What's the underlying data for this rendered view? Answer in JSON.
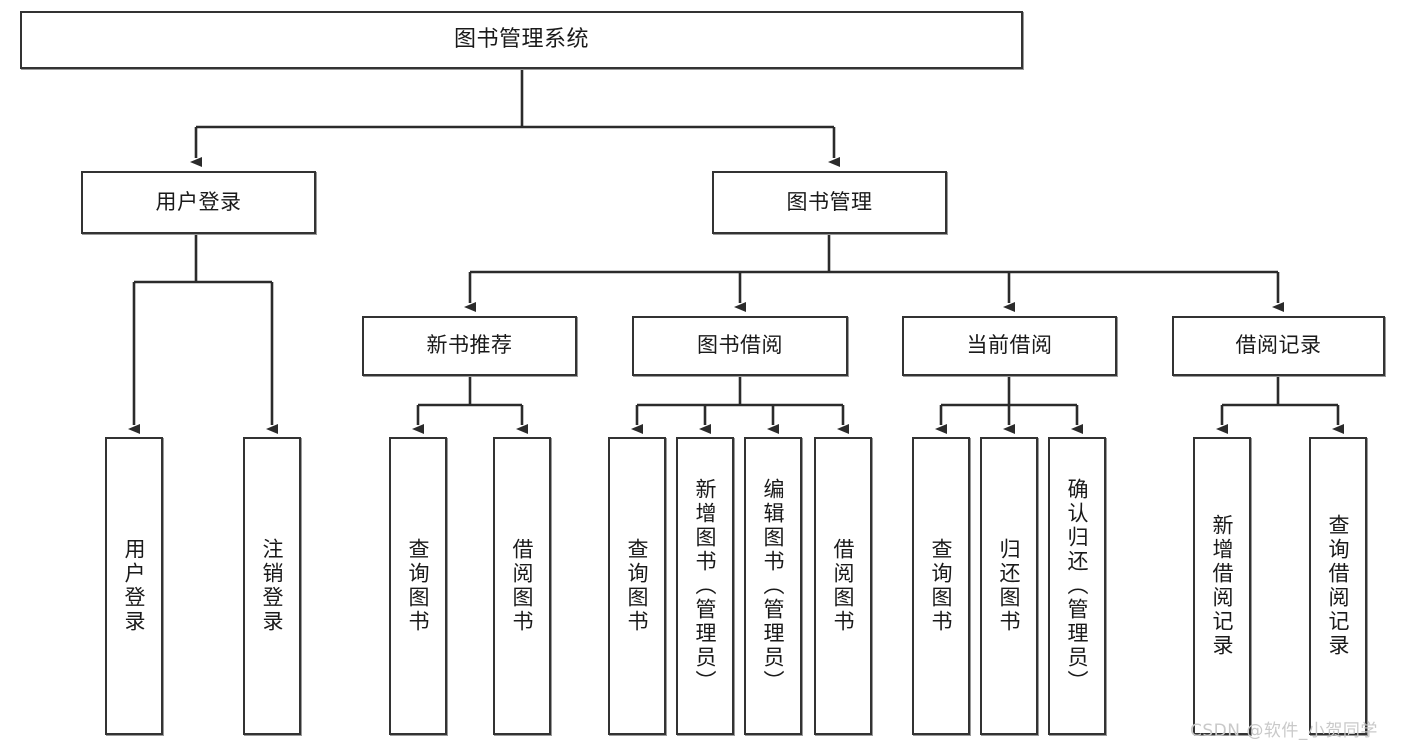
{
  "diagram": {
    "title": "图书管理系统",
    "watermark": "CSDN @软件_小贺同学",
    "colors": {
      "node_border": "#333333",
      "node_fill": "#ffffff",
      "edge": "#2b2b2b",
      "text": "#1a1a1a",
      "watermark": "#c9c9c9",
      "background": "#ffffff"
    },
    "nodes": {
      "root": {
        "label": "图书管理系统"
      },
      "level2": [
        {
          "id": "user-login",
          "label": "用户登录"
        },
        {
          "id": "book-manage",
          "label": "图书管理"
        }
      ],
      "level3": [
        {
          "id": "new-book-recommend",
          "label": "新书推荐"
        },
        {
          "id": "book-borrow",
          "label": "图书借阅"
        },
        {
          "id": "current-borrow",
          "label": "当前借阅"
        },
        {
          "id": "borrow-record",
          "label": "借阅记录"
        }
      ],
      "leaves": {
        "user_login": [
          {
            "id": "leaf-user-login",
            "label": "用户登录"
          },
          {
            "id": "leaf-logout-login",
            "label": "注销登录"
          }
        ],
        "new_book_recommend": [
          {
            "id": "leaf-query-book-1",
            "label": "查询图书"
          },
          {
            "id": "leaf-borrow-book-1",
            "label": "借阅图书"
          }
        ],
        "book_borrow": [
          {
            "id": "leaf-query-book-2",
            "label": "查询图书"
          },
          {
            "id": "leaf-add-book-admin",
            "label": "新增图书（管理员）"
          },
          {
            "id": "leaf-edit-book-admin",
            "label": "编辑图书（管理员）"
          },
          {
            "id": "leaf-borrow-book-2",
            "label": "借阅图书"
          }
        ],
        "current_borrow": [
          {
            "id": "leaf-query-book-3",
            "label": "查询图书"
          },
          {
            "id": "leaf-return-book",
            "label": "归还图书"
          },
          {
            "id": "leaf-confirm-return-admin",
            "label": "确认归还（管理员）"
          }
        ],
        "borrow_record": [
          {
            "id": "leaf-add-borrow-record",
            "label": "新增借阅记录"
          },
          {
            "id": "leaf-query-borrow-record",
            "label": "查询借阅记录"
          }
        ]
      }
    }
  }
}
